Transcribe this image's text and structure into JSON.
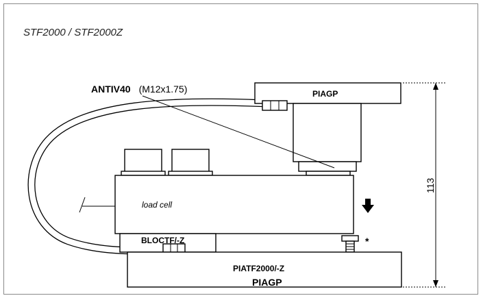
{
  "diagram": {
    "title": "STF2000 / STF2000Z",
    "labels": {
      "antiv": "ANTIV40",
      "antiv_thread": "(M12x1.75)",
      "top_plate": "PIAGP",
      "load_cell": "load cell",
      "block": "BLOCTF/-Z",
      "base_plate": "PIATF2000/-Z",
      "base_plate_sub": "PIAGP",
      "dimension": "113",
      "asterisk": "*"
    },
    "icons": {
      "load_arrow": "arrow-down-icon",
      "hose": "hose-icon",
      "bolt": "bolt-icon"
    },
    "colors": {
      "line": "#000000",
      "frame": "#8a8a8a",
      "hose_fill": "#ffffff"
    }
  }
}
